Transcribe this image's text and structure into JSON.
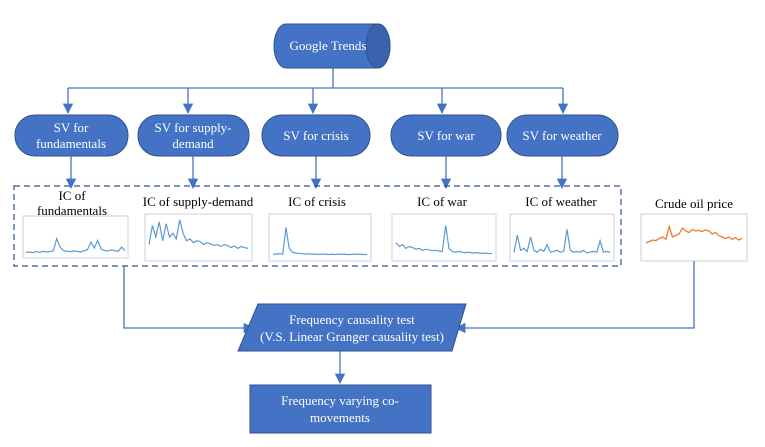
{
  "colors": {
    "node_fill": "#4472C4",
    "node_stroke": "#2F528F",
    "arrow": "#4472C4",
    "ic_series": "#5B9BD5",
    "oil_series": "#ED7D31",
    "dashed_border": "#2F528F",
    "panel_border": "#D0D0D0"
  },
  "google_trends": {
    "label": "Google Trends"
  },
  "sv_nodes": [
    {
      "line1": "SV for",
      "line2": "fundamentals"
    },
    {
      "line1": "SV for supply-",
      "line2": "demand"
    },
    {
      "line1": "SV for crisis",
      "line2": ""
    },
    {
      "line1": "SV for war",
      "line2": ""
    },
    {
      "line1": "SV for weather",
      "line2": ""
    }
  ],
  "ic_panels": [
    {
      "line1": "IC of",
      "line2": "fundamentals",
      "series": [
        0.05,
        0.06,
        0.04,
        0.07,
        0.05,
        0.08,
        0.06,
        0.07,
        0.09,
        0.45,
        0.2,
        0.1,
        0.08,
        0.07,
        0.09,
        0.08,
        0.06,
        0.1,
        0.12,
        0.35,
        0.18,
        0.4,
        0.15,
        0.1,
        0.09,
        0.12,
        0.1,
        0.08,
        0.2,
        0.1
      ]
    },
    {
      "line1": "IC of supply-demand",
      "line2": "",
      "series": [
        0.3,
        0.8,
        0.5,
        0.9,
        0.4,
        0.85,
        0.5,
        0.6,
        0.45,
        0.95,
        0.6,
        0.4,
        0.45,
        0.35,
        0.4,
        0.38,
        0.3,
        0.35,
        0.32,
        0.28,
        0.3,
        0.25,
        0.3,
        0.28,
        0.22,
        0.26,
        0.2,
        0.25,
        0.22,
        0.2
      ]
    },
    {
      "line1": "IC of crisis",
      "line2": "",
      "series": [
        0.05,
        0.05,
        0.06,
        0.05,
        0.75,
        0.2,
        0.1,
        0.08,
        0.07,
        0.06,
        0.05,
        0.06,
        0.05,
        0.05,
        0.04,
        0.05,
        0.05,
        0.04,
        0.05,
        0.04,
        0.05,
        0.04,
        0.05,
        0.04,
        0.04,
        0.05,
        0.04,
        0.05,
        0.04,
        0.04
      ]
    },
    {
      "line1": "IC of war",
      "line2": "",
      "series": [
        0.35,
        0.25,
        0.3,
        0.2,
        0.25,
        0.22,
        0.18,
        0.2,
        0.15,
        0.18,
        0.16,
        0.14,
        0.15,
        0.13,
        0.12,
        0.8,
        0.2,
        0.12,
        0.1,
        0.12,
        0.1,
        0.09,
        0.1,
        0.08,
        0.09,
        0.08,
        0.07,
        0.08,
        0.06,
        0.07
      ]
    },
    {
      "line1": "IC of weather",
      "line2": "",
      "series": [
        0.1,
        0.55,
        0.15,
        0.2,
        0.12,
        0.5,
        0.15,
        0.1,
        0.18,
        0.12,
        0.3,
        0.1,
        0.12,
        0.15,
        0.1,
        0.12,
        0.7,
        0.15,
        0.1,
        0.12,
        0.1,
        0.15,
        0.08,
        0.1,
        0.12,
        0.1,
        0.4,
        0.1,
        0.12,
        0.1
      ]
    }
  ],
  "oil_panel": {
    "label": "Crude oil price",
    "series": [
      0.3,
      0.35,
      0.4,
      0.38,
      0.45,
      0.5,
      0.42,
      0.85,
      0.5,
      0.55,
      0.6,
      0.8,
      0.7,
      0.65,
      0.75,
      0.7,
      0.72,
      0.68,
      0.74,
      0.7,
      0.6,
      0.65,
      0.55,
      0.5,
      0.45,
      0.5,
      0.42,
      0.48,
      0.4,
      0.45
    ]
  },
  "causality_test": {
    "line1": "Frequency causality test",
    "line2": "(V.S. Linear Granger causality test)"
  },
  "output_node": {
    "line1": "Frequency varying co-",
    "line2": "movements"
  }
}
